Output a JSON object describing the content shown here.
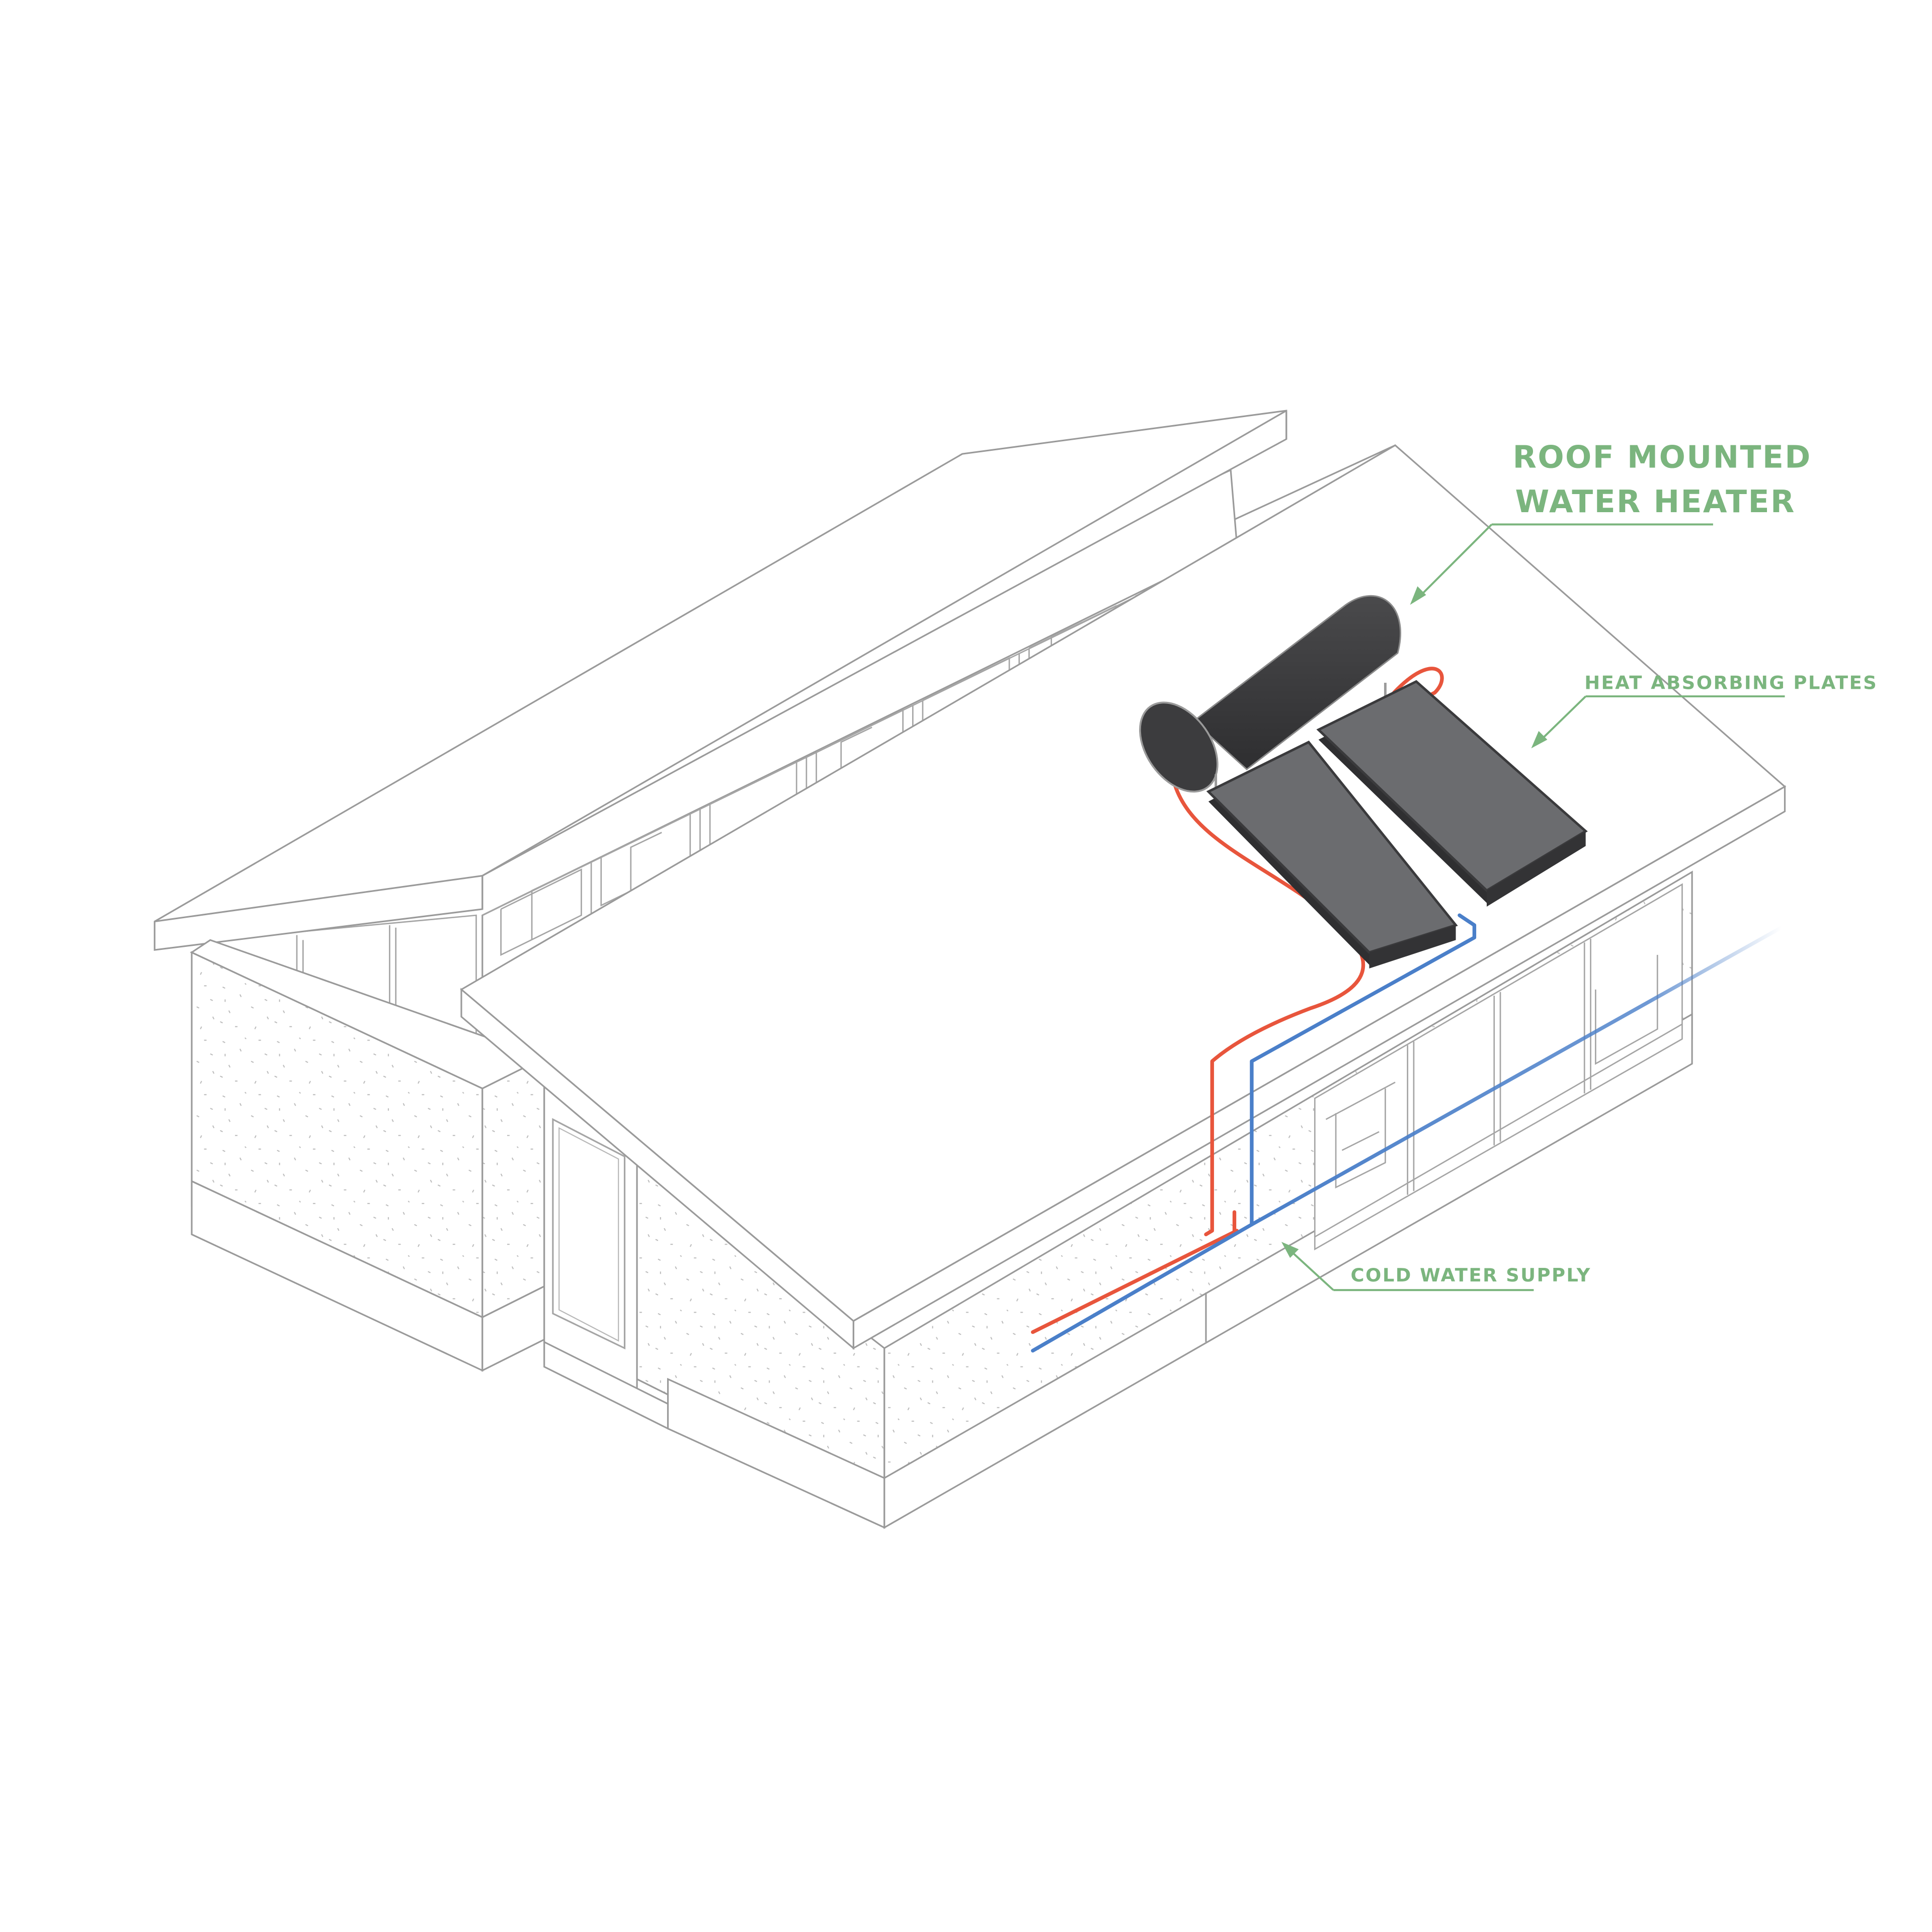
{
  "labels": {
    "water_heater_line1": "ROOF MOUNTED",
    "water_heater_line2": "WATER HEATER",
    "plates": "HEAT ABSORBING PLATES",
    "cold_supply": "COLD WATER SUPPLY"
  },
  "colors": {
    "label_green": "#7bb57e",
    "line_gray": "#9a9a9a",
    "tank": "#38383a",
    "panel": "#6b6c6f",
    "hot_pipe": "#e8553c",
    "cold_pipe": "#4a7fc9"
  }
}
